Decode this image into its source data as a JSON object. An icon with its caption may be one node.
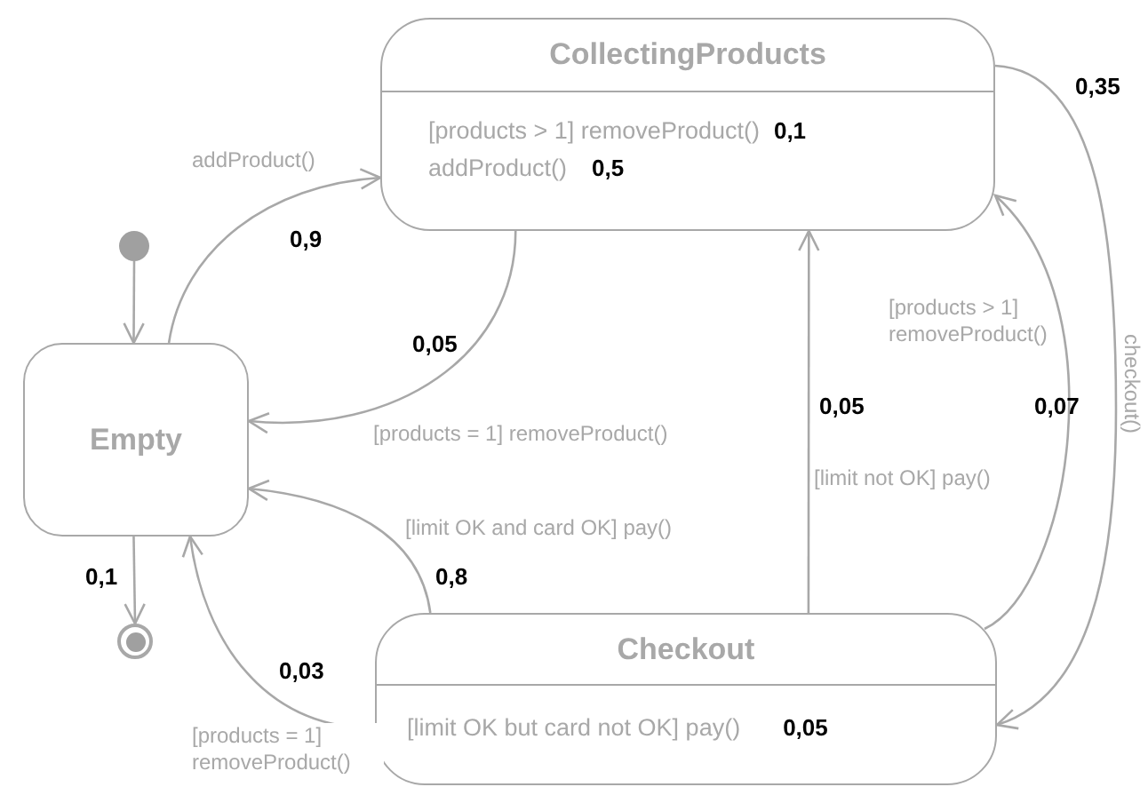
{
  "diagram": {
    "nodes": [
      {
        "text": [
          "CollectingProducts",
          "[products > 1] removeProduct()",
          "0,1",
          "addProduct()",
          "0,5"
        ]
      },
      {
        "text": [],
        "shape": "circle"
      },
      {
        "text": [
          "Empty"
        ]
      },
      {
        "text": [],
        "shape": "circle"
      },
      {
        "text": [
          "Checkout",
          "[limit OK but card not OK] pay()",
          "0,05"
        ]
      }
    ],
    "edges": [
      {
        "from": 1,
        "to": 2,
        "arrow": "to"
      },
      {
        "from": 2,
        "to": 0,
        "arrow": "to",
        "label": "addProduct()"
      },
      {
        "from": 0,
        "to": 2,
        "arrow": "to",
        "label": "[products = 1] removeProduct()"
      },
      {
        "from": 2,
        "to": 3,
        "arrow": "to"
      },
      {
        "from": 4,
        "to": 2,
        "arrow": "to",
        "label": "[limit OK and card OK] pay()"
      },
      {
        "from": 4,
        "to": 2,
        "arrow": "to",
        "label": "[products = 1] removeProduct()"
      },
      {
        "from": 4,
        "to": 0,
        "arrow": "to",
        "label": "[limit not OK] pay()"
      },
      {
        "from": 4,
        "to": 0,
        "arrow": "to",
        "label": "[products > 1] removeProduct()"
      },
      {
        "from": 0,
        "to": 4,
        "arrow": "to",
        "label": "checkout()"
      }
    ],
    "labels": [
      "0,9",
      "0,05",
      "0,1",
      "0,8",
      "0,03",
      "0,05",
      "0,07",
      "0,35"
    ]
  }
}
